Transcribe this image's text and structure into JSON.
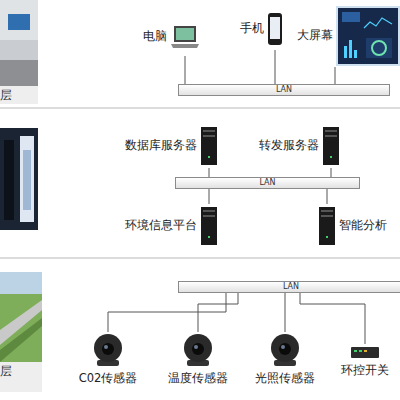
{
  "diagram": {
    "nodes": [
      {
        "text": [
          "电脑"
        ]
      },
      {
        "text": [
          "手机"
        ]
      },
      {
        "text": [
          "大屏幕"
        ]
      },
      {
        "text": [
          "LAN"
        ]
      },
      {
        "text": [
          "数据库服务器"
        ]
      },
      {
        "text": [
          "转发服务器"
        ]
      },
      {
        "text": [
          "LAN"
        ]
      },
      {
        "text": [
          "环境信息平台"
        ]
      },
      {
        "text": [
          "智能分析"
        ]
      },
      {
        "text": [
          "LAN"
        ]
      },
      {
        "text": [
          "C02传感器"
        ]
      },
      {
        "text": [
          "温度传感器"
        ]
      },
      {
        "text": [
          "光照传感器"
        ]
      },
      {
        "text": [
          "环控开关"
        ]
      }
    ],
    "edges": [
      {
        "from": 0,
        "to": 3,
        "arrow": "none"
      },
      {
        "from": 1,
        "to": 3,
        "arrow": "none"
      },
      {
        "from": 2,
        "to": 3,
        "arrow": "none"
      },
      {
        "from": 4,
        "to": 6,
        "arrow": "none"
      },
      {
        "from": 5,
        "to": 6,
        "arrow": "none"
      },
      {
        "from": 6,
        "to": 7,
        "arrow": "none"
      },
      {
        "from": 6,
        "to": 8,
        "arrow": "none"
      },
      {
        "from": 9,
        "to": 10,
        "arrow": "none"
      },
      {
        "from": 9,
        "to": 11,
        "arrow": "none"
      },
      {
        "from": 9,
        "to": 12,
        "arrow": "none"
      },
      {
        "from": 9,
        "to": 13,
        "arrow": "none"
      }
    ],
    "labels": [
      "层",
      "层"
    ]
  }
}
